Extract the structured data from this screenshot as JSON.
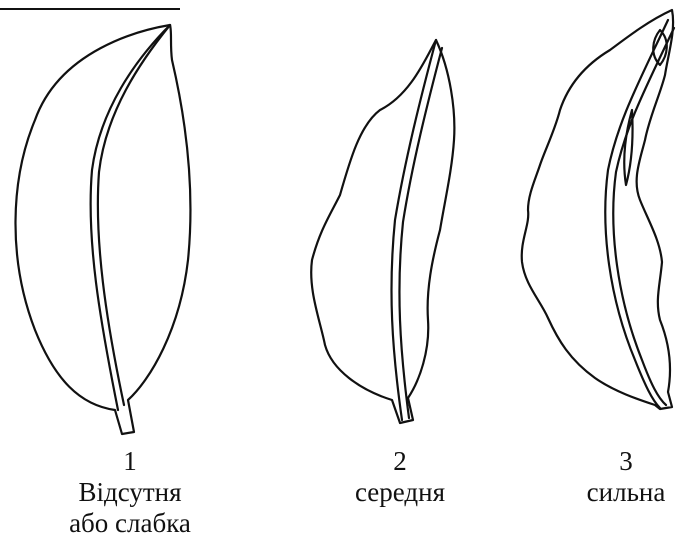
{
  "figure": {
    "leaves": [
      {
        "number": "1",
        "label_lines": [
          "Відсутня",
          "або слабка"
        ]
      },
      {
        "number": "2",
        "label_lines": [
          "середня"
        ]
      },
      {
        "number": "3",
        "label_lines": [
          "сильна"
        ]
      }
    ]
  }
}
